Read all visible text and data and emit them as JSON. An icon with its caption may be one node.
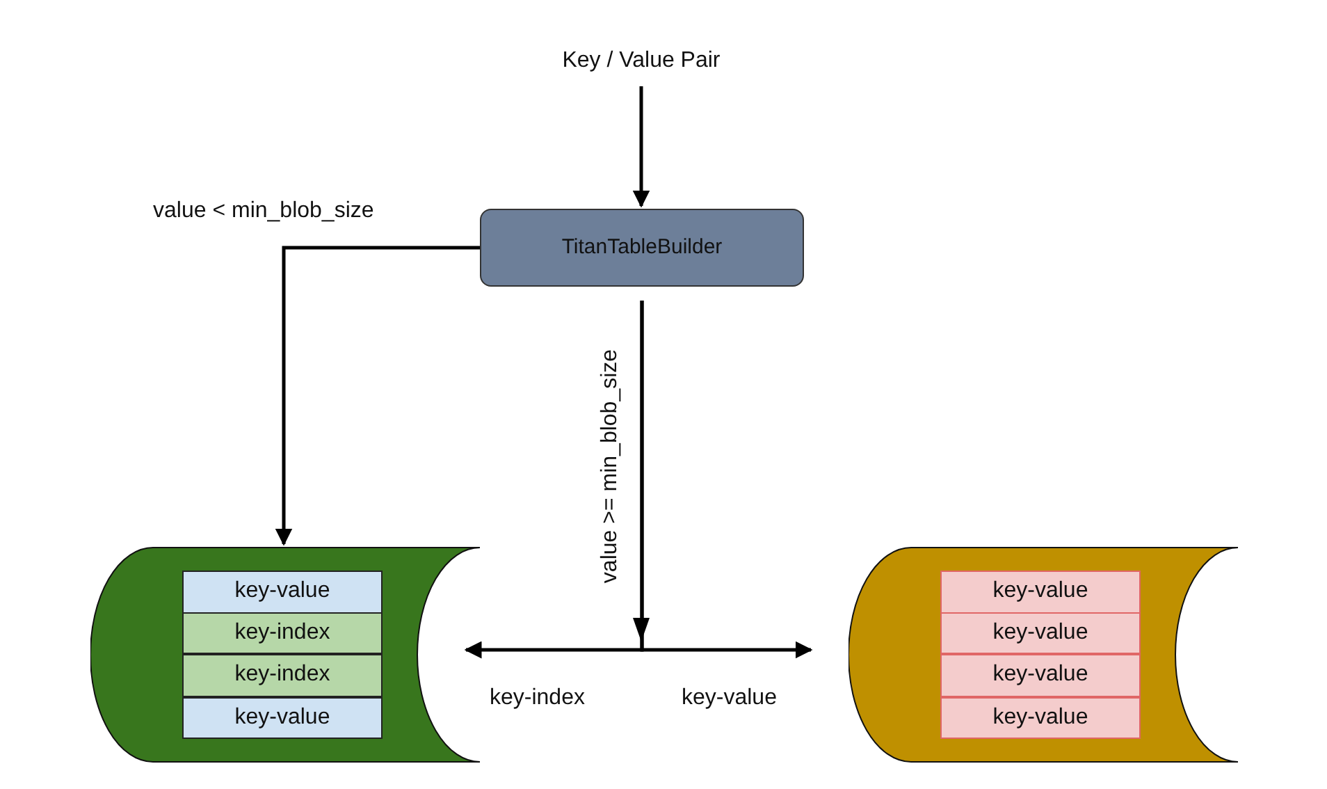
{
  "diagram": {
    "nodes": [
      {
        "text": [
          "Key / Value Pair"
        ]
      },
      {
        "text": [
          "TitanTableBuilder"
        ]
      },
      {
        "text": [],
        "shape": "cylinder"
      },
      {
        "text": [
          "key-value"
        ],
        "in": 2
      },
      {
        "text": [
          "key-index"
        ],
        "in": 2
      },
      {
        "text": [
          "key-index"
        ],
        "in": 2
      },
      {
        "text": [
          "key-value"
        ],
        "in": 2
      },
      {
        "text": [],
        "shape": "cylinder"
      },
      {
        "text": [
          "key-value"
        ],
        "in": 7
      },
      {
        "text": [
          "key-value"
        ],
        "in": 7
      },
      {
        "text": [
          "key-value"
        ],
        "in": 7
      },
      {
        "text": [
          "key-value"
        ],
        "in": 7
      }
    ],
    "edges": [
      {
        "from": 0,
        "to": 1,
        "arrow": "to"
      },
      {
        "from": 1,
        "to": 2,
        "arrow": "to",
        "label": "value < min_blob_size"
      },
      {
        "from": 1,
        "to": 2,
        "arrow": "to",
        "label": "key-index"
      },
      {
        "from": 1,
        "to": 7,
        "arrow": "to",
        "label": "key-value"
      }
    ],
    "labels": [
      "value >= min_blob_size"
    ]
  }
}
